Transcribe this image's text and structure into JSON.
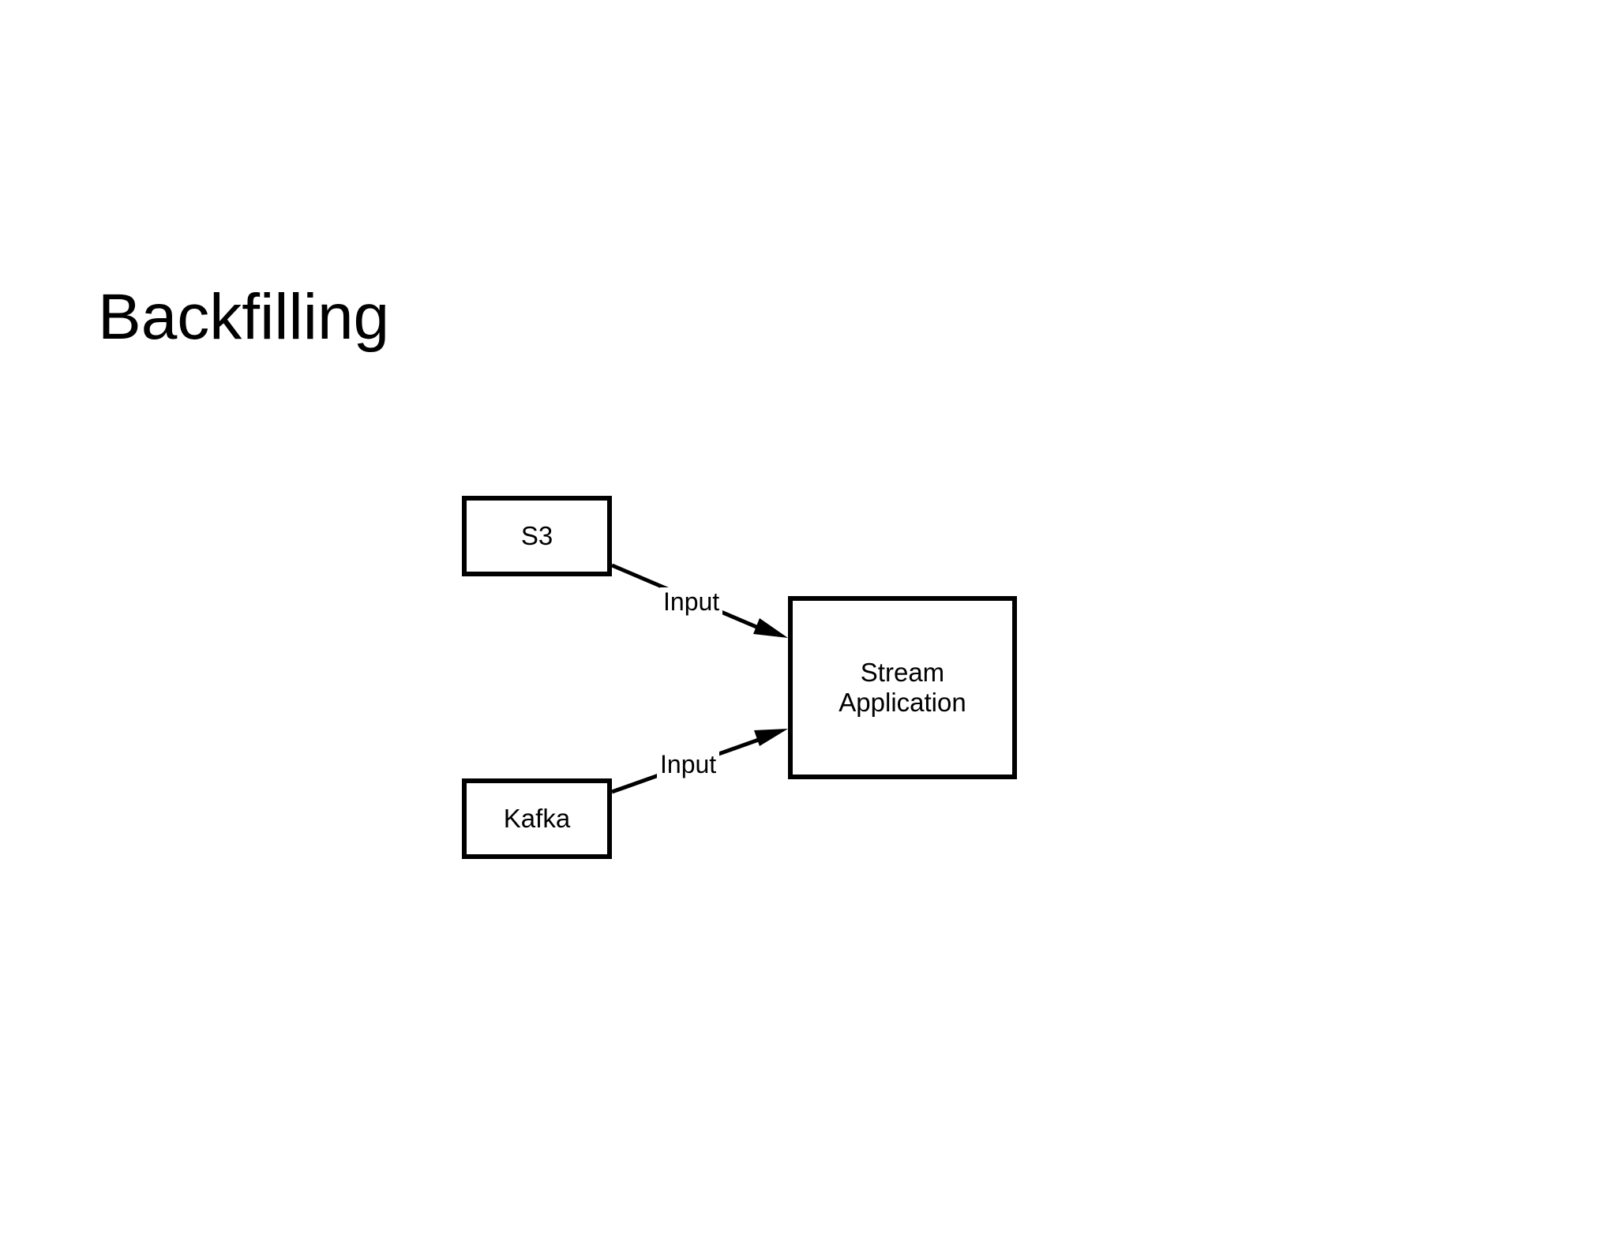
{
  "slide": {
    "title": "Backfilling"
  },
  "diagram": {
    "nodes": {
      "s3": "S3",
      "kafka": "Kafka",
      "app_line1": "Stream",
      "app_line2": "Application"
    },
    "edges": [
      {
        "from": "S3",
        "to": "Stream Application",
        "label": "Input"
      },
      {
        "from": "Kafka",
        "to": "Stream Application",
        "label": "Input"
      }
    ],
    "colors": {
      "stroke": "#000000",
      "background": "#ffffff"
    }
  }
}
